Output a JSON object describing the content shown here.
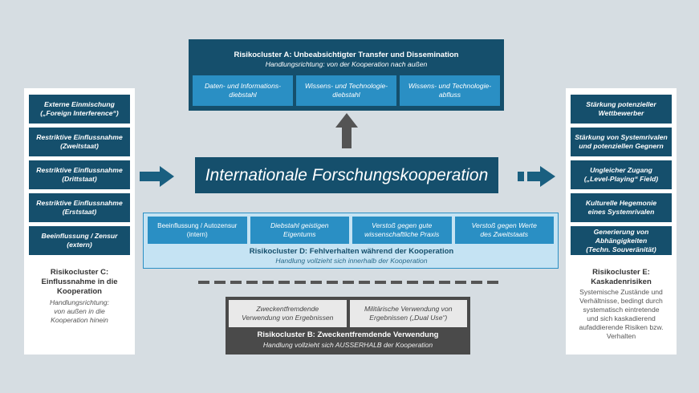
{
  "cluster_a": {
    "title": "Risikocluster A: Unbeabsichtigter Transfer und Dissemination",
    "subtitle": "Handlungsrichtung: von der Kooperation nach außen",
    "boxes": [
      "Daten- und Informations-\ndiebstahl",
      "Wissens- und Technologie-\ndiebstahl",
      "Wissens- und Technologie-\nabfluss"
    ]
  },
  "center": {
    "title": "Internationale Forschungskooperation"
  },
  "cluster_c": {
    "boxes": [
      "Externe Einmischung\n(„Foreign Interference“)",
      "Restriktive Einflussnahme\n(Zweitstaat)",
      "Restriktive Einflussnahme\n(Drittstaat)",
      "Restriktive Einflussnahme\n(Erststaat)",
      "Beeinflussung / Zensur\n(extern)"
    ],
    "title": "Risikocluster C:\nEinflussnahme in die\nKooperation",
    "subtitle": "Handlungsrichtung:\nvon außen in die\nKooperation hinein"
  },
  "cluster_d": {
    "boxes": [
      "Beeinflussung / Autozensur\n(intern)",
      "Diebstahl geistigen\nEigentums",
      "Verstoß gegen gute\nwissenschaftliche Praxis",
      "Verstoß gegen Werte\ndes Zweitstaats"
    ],
    "title": "Risikocluster D: Fehlverhalten während der Kooperation",
    "subtitle": "Handlung vollzieht sich innerhalb der Kooperation"
  },
  "cluster_b": {
    "boxes": [
      "Zweckentfremdende\nVerwendung von Ergebnissen",
      "Militärische Verwendung von\nErgebnissen („Dual Use“)"
    ],
    "title": "Risikocluster B: Zweckentfremdende Verwendung",
    "subtitle": "Handlung vollzieht sich AUSSERHALB der Kooperation"
  },
  "cluster_e": {
    "boxes": [
      "Stärkung potenzieller\nWettbewerber",
      "Stärkung von Systemrivalen\nund potenziellen Gegnern",
      "Ungleicher Zugang\n(„Level-Playing“ Field)",
      "Kulturelle Hegemonie\neines Systemrivalen",
      "Generierung von\nAbhängigkeiten\n(Techn. Souveränität)"
    ],
    "title": "Risikocluster E:\nKaskadenrisiken",
    "subtitle": "Systemische Zustände und\nVerhältnisse, bedingt durch\nsystematisch eintretende\nund sich kaskadierend\naufaddierende Risiken bzw.\nVerhalten"
  },
  "colors": {
    "dark_blue": "#154f6c",
    "mid_blue": "#2a8fc4",
    "light_blue": "#c5e3f3",
    "gray_dark": "#4a4a4a",
    "background": "#d6dde2"
  }
}
